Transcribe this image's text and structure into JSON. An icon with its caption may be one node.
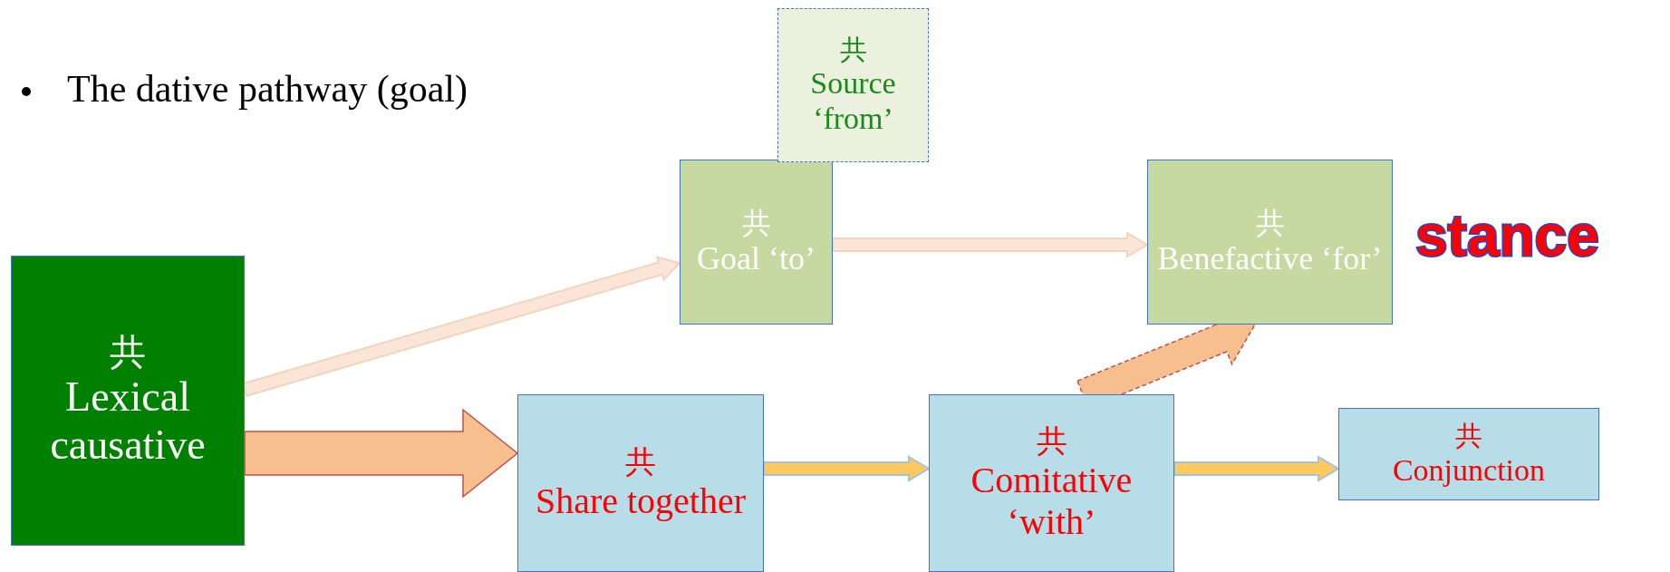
{
  "diagram": {
    "nodes": [
      {
        "text": [
          "共",
          "Lexical causative"
        ]
      },
      {
        "text": [
          "共",
          "Goal ‘to’"
        ]
      },
      {
        "text": [
          "共",
          "Source ‘from’"
        ]
      },
      {
        "text": [
          "共",
          "Benefactive ‘for’"
        ]
      },
      {
        "text": [
          "共",
          "Share together"
        ]
      },
      {
        "text": [
          "共",
          "Comitative ‘with’"
        ]
      },
      {
        "text": [
          "共",
          "Conjunction"
        ]
      }
    ],
    "edges": [
      {
        "from": 0,
        "to": 1,
        "arrow": "to",
        "color": "#fbe5d6"
      },
      {
        "from": 1,
        "to": 3,
        "arrow": "to",
        "color": "#fbe5d6"
      },
      {
        "from": 0,
        "to": 4,
        "arrow": "to",
        "style": "thick",
        "color": "#f8bf8e"
      },
      {
        "from": 4,
        "to": 5,
        "arrow": "to",
        "color": "#ffc95e"
      },
      {
        "from": 5,
        "to": 3,
        "arrow": "to",
        "style": "dashed",
        "color": "#f8bf8e"
      },
      {
        "from": 5,
        "to": 6,
        "arrow": "to",
        "color": "#ffc95e"
      }
    ],
    "labels": [
      "The dative pathway (goal)",
      "stance"
    ]
  }
}
